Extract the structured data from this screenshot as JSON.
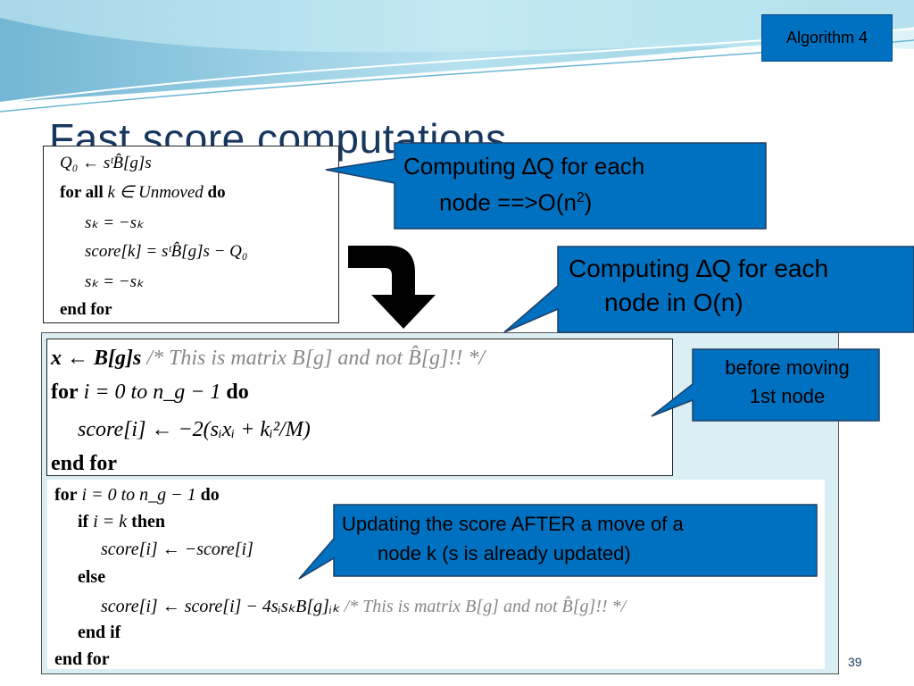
{
  "badge": "Algorithm 4",
  "title": "Fast score computations",
  "page_number": "39",
  "algo1": {
    "line1": "Q₀ ← sᵗB̂[g]s",
    "line2_kw": "for all",
    "line2_mid": "k ∈ Unmoved",
    "line2_end": "do",
    "line3": "sₖ = −sₖ",
    "line4": "score[k] = sᵗB̂[g]s − Q₀",
    "line5": "sₖ = −sₖ",
    "line6": "end for"
  },
  "algo2": {
    "line1": "x ← B[g]s",
    "line1_comment": "/* This is matrix B[g] and not B̂[g]!! */",
    "line2_kw": "for",
    "line2_mid": "i = 0 to n_g − 1",
    "line2_end": "do",
    "line3": "score[i] ← −2(sᵢxᵢ + kᵢ²/M)",
    "line4": "end for"
  },
  "algo3": {
    "line1_kw": "for",
    "line1_mid": "i = 0 to n_g − 1",
    "line1_end": "do",
    "line2_kw": "if",
    "line2_mid": "i = k",
    "line2_end": "then",
    "line3": "score[i] ← −score[i]",
    "line4": "else",
    "line5": "score[i] ← score[i] − 4sᵢsₖB[g]ᵢₖ",
    "line5_comment": "/* This is matrix B[g] and not B̂[g]!! */",
    "line6": "end if",
    "line7": "end for"
  },
  "callouts": {
    "c1_line1": "Computing ∆Q for each",
    "c1_line2a": "node  ==>O(n",
    "c1_sup": "2",
    "c1_line2b": ")",
    "c2_line1": "Computing ∆Q for each",
    "c2_line2": "node  in O(n)",
    "c3_line1": "before moving",
    "c3_line2": "1st node",
    "c4_line1": "Updating the score AFTER a move of a",
    "c4_line2": "node k (s is already updated)"
  },
  "colors": {
    "callout_fill": "#0070c0",
    "title_color": "#17375e",
    "box_bg": "#dbeef4"
  }
}
